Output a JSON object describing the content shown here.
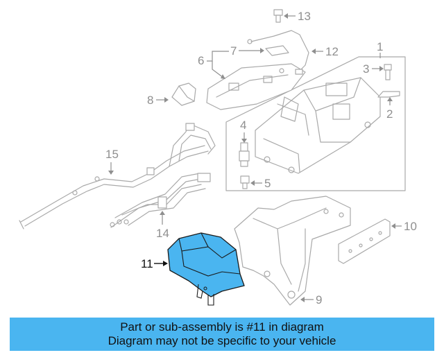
{
  "diagram": {
    "highlight_color": "#4ab5f0",
    "highlighted_part": "11",
    "callouts": {
      "c1": "1",
      "c2": "2",
      "c3": "3",
      "c4": "4",
      "c5": "5",
      "c6": "6",
      "c7": "7",
      "c8": "8",
      "c9": "9",
      "c10": "10",
      "c11": "11",
      "c12": "12",
      "c13": "13",
      "c14": "14",
      "c15": "15"
    }
  },
  "banner": {
    "line1": "Part or sub-assembly is #11 in diagram",
    "line2": "Diagram may not be specific to your vehicle"
  }
}
